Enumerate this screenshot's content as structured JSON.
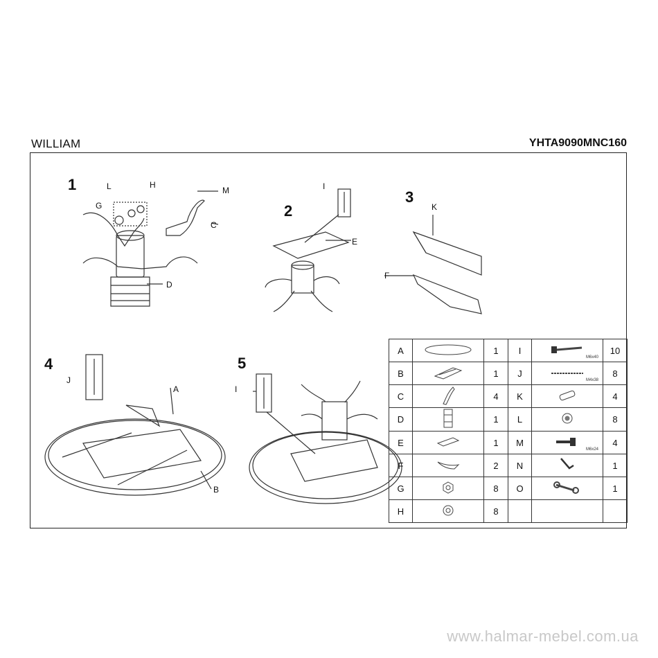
{
  "header": {
    "product_name": "WILLIAM",
    "product_code": "YHTA9090MNC160"
  },
  "steps": [
    "1",
    "2",
    "3",
    "4",
    "5"
  ],
  "labels": {
    "step1": [
      "L",
      "H",
      "G",
      "M",
      "C",
      "D"
    ],
    "step2": [
      "I",
      "E"
    ],
    "step3": [
      "K",
      "F"
    ],
    "step4": [
      "J",
      "A",
      "B"
    ],
    "step5": [
      "I"
    ]
  },
  "parts": [
    {
      "letter": "A",
      "icon": "tabletop-oval-icon",
      "qty": "1"
    },
    {
      "letter": "B",
      "icon": "frame-rail-icon",
      "qty": "1"
    },
    {
      "letter": "C",
      "icon": "curved-leg-icon",
      "qty": "4"
    },
    {
      "letter": "D",
      "icon": "pedestal-column-icon",
      "qty": "1"
    },
    {
      "letter": "E",
      "icon": "mounting-plate-icon",
      "qty": "1"
    },
    {
      "letter": "F",
      "icon": "apron-panel-icon",
      "qty": "2"
    },
    {
      "letter": "G",
      "icon": "nut-icon",
      "qty": "8"
    },
    {
      "letter": "H",
      "icon": "washer-icon",
      "qty": "8"
    },
    {
      "letter": "I",
      "icon": "bolt-icon",
      "qty": "10",
      "spec": "M6x40"
    },
    {
      "letter": "J",
      "icon": "screw-icon",
      "qty": "8",
      "spec": "M4x38"
    },
    {
      "letter": "K",
      "icon": "dowel-icon",
      "qty": "4"
    },
    {
      "letter": "L",
      "icon": "spring-washer-icon",
      "qty": "8"
    },
    {
      "letter": "M",
      "icon": "short-bolt-icon",
      "qty": "4",
      "spec": "M6x24"
    },
    {
      "letter": "N",
      "icon": "allen-key-icon",
      "qty": "1"
    },
    {
      "letter": "O",
      "icon": "wrench-icon",
      "qty": "1"
    }
  ],
  "footer": {
    "website": "www.halmar-mebel.com.ua"
  }
}
